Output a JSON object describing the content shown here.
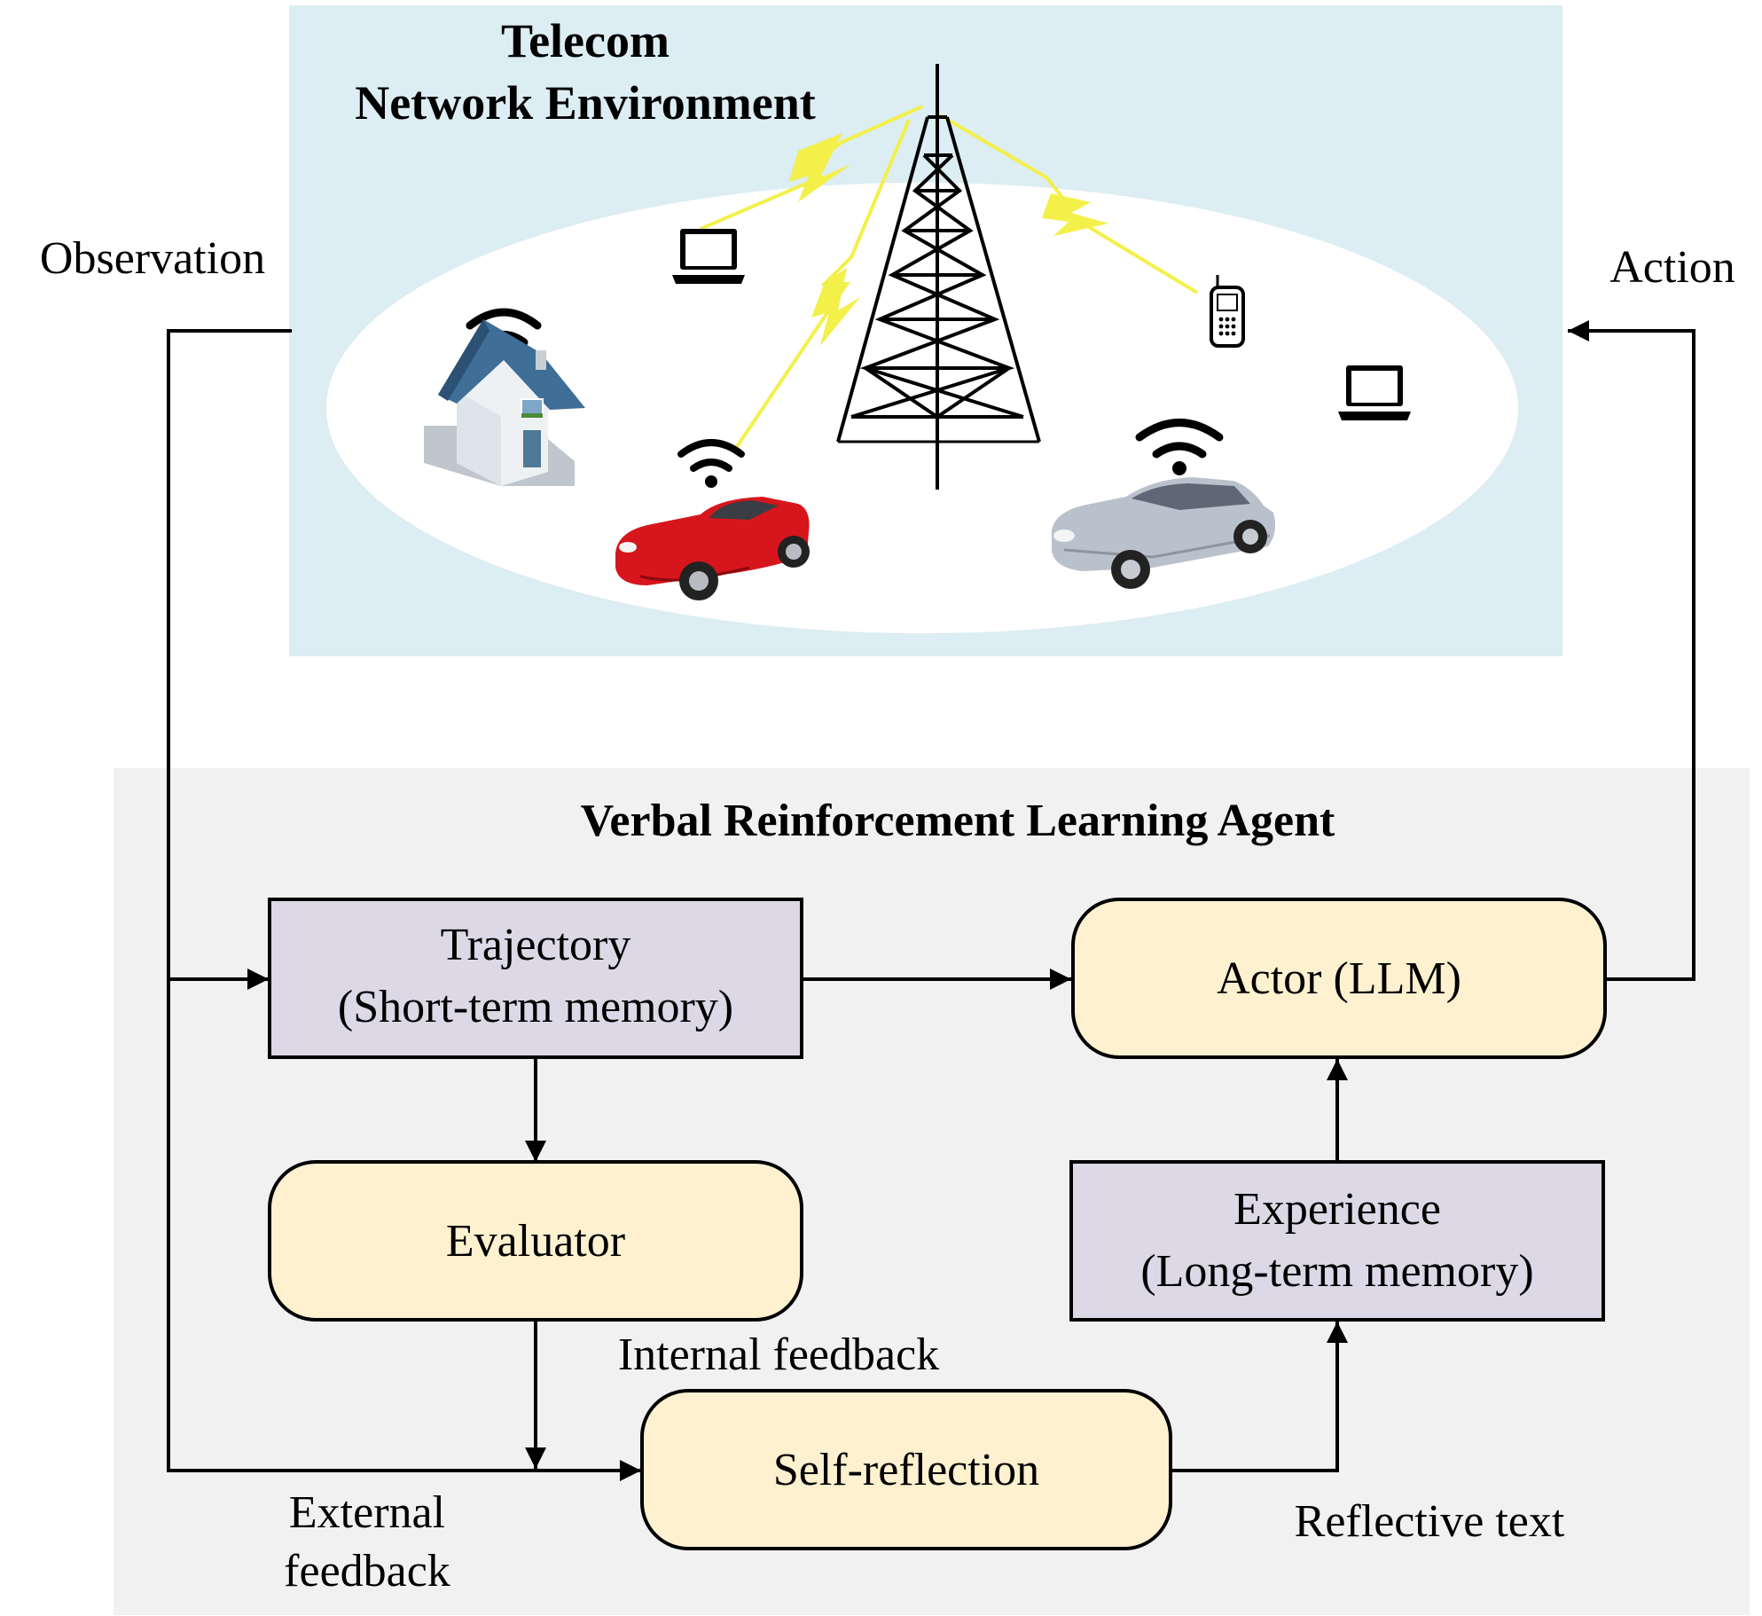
{
  "environment": {
    "title_line1": "Telecom",
    "title_line2": "Network Environment"
  },
  "agent": {
    "title": "Verbal Reinforcement Learning Agent",
    "trajectory_line1": "Trajectory",
    "trajectory_line2": "(Short-term memory)",
    "actor": "Actor (LLM)",
    "evaluator": "Evaluator",
    "experience_line1": "Experience",
    "experience_line2": "(Long-term memory)",
    "self_reflection": "Self-reflection"
  },
  "labels": {
    "observation": "Observation",
    "action": "Action",
    "internal_feedback": "Internal feedback",
    "external_feedback_line1": "External",
    "external_feedback_line2": "feedback",
    "reflective_text": "Reflective text"
  },
  "colors": {
    "environment_bg": "#dcedf3",
    "agent_bg": "#f1f1f1",
    "memory_box": "#dcd8e6",
    "process_box": "#fdf1cf",
    "signal": "#f3f04a",
    "red_car": "#d6161c",
    "silver_car": "#b9c1cc",
    "house_roof": "#3f6e96"
  }
}
